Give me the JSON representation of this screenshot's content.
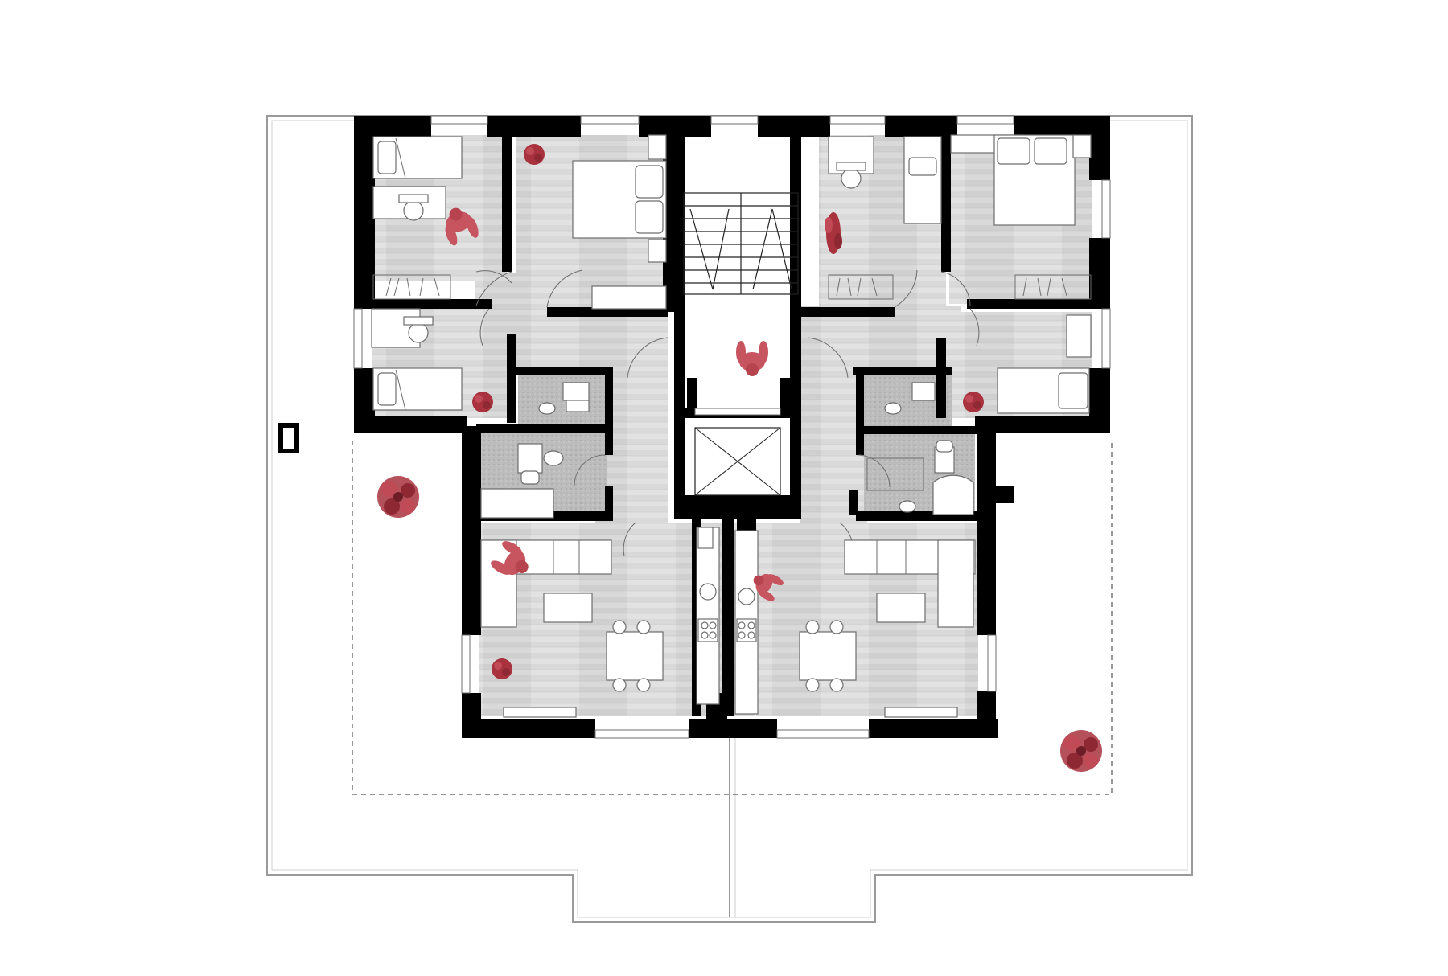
{
  "drawing": {
    "kind": "floor-plan",
    "colors": {
      "walls": "#000000",
      "wood_floor": "#d6d6d6",
      "tile_floor": "#bdbdbd",
      "accent_plants_people": "#a8323e",
      "background": "#ffffff"
    },
    "rooms": [
      {
        "name": "bedroom-single-nw"
      },
      {
        "name": "bedroom-double-nw"
      },
      {
        "name": "bedroom-single-w"
      },
      {
        "name": "bathroom-w"
      },
      {
        "name": "bathroom-w-lower"
      },
      {
        "name": "living-kitchen-w"
      },
      {
        "name": "stair-core"
      },
      {
        "name": "elevator"
      },
      {
        "name": "bedroom-single-ne"
      },
      {
        "name": "bedroom-double-ne"
      },
      {
        "name": "bedroom-single-e"
      },
      {
        "name": "bathroom-e"
      },
      {
        "name": "bathroom-e-lower"
      },
      {
        "name": "living-kitchen-e"
      },
      {
        "name": "terrace"
      }
    ]
  }
}
